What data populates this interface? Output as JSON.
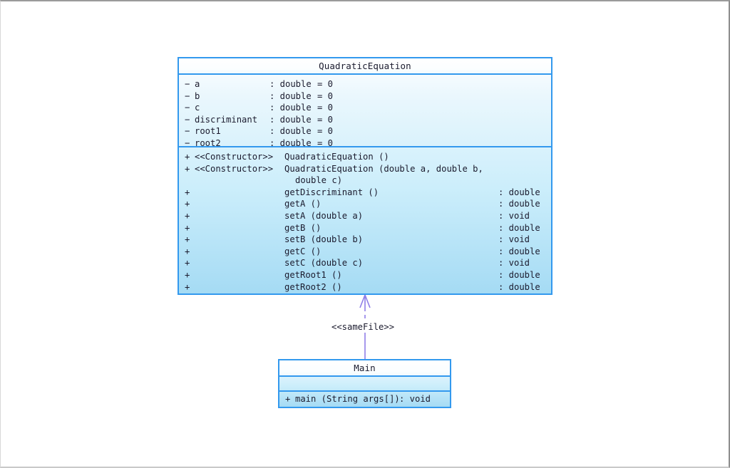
{
  "diagram": {
    "kind": "uml-class-diagram",
    "accent_border": "#3399ee",
    "fill_top": "#fdfeff",
    "fill_bottom": "#a5dbf4",
    "connector_color": "#8f7fe8",
    "text_color": "#1b1b2e"
  },
  "classes": [
    {
      "id": "quadratic-equation",
      "name": "QuadraticEquation",
      "attributes": [
        {
          "visibility": "−",
          "name": "a",
          "type": ": double",
          "value": "= 0"
        },
        {
          "visibility": "−",
          "name": "b",
          "type": ": double",
          "value": "= 0"
        },
        {
          "visibility": "−",
          "name": "c",
          "type": ": double",
          "value": "= 0"
        },
        {
          "visibility": "−",
          "name": "discriminant",
          "type": ": double",
          "value": "= 0"
        },
        {
          "visibility": "−",
          "name": "root1",
          "type": ": double",
          "value": "= 0"
        },
        {
          "visibility": "−",
          "name": "root2",
          "type": ": double",
          "value": "= 0"
        }
      ],
      "methods": [
        {
          "visibility": "+",
          "stereotype": "<<Constructor>>",
          "signature": "QuadraticEquation ()",
          "returns": ""
        },
        {
          "visibility": "+",
          "stereotype": "<<Constructor>>",
          "signature": "QuadraticEquation (double a, double b,",
          "returns": ""
        },
        {
          "visibility": "",
          "stereotype": "",
          "signature": "double c)",
          "returns": "",
          "continuation": true
        },
        {
          "visibility": "+",
          "stereotype": "",
          "signature": "getDiscriminant ()",
          "returns": ": double"
        },
        {
          "visibility": "+",
          "stereotype": "",
          "signature": "getA ()",
          "returns": ": double"
        },
        {
          "visibility": "+",
          "stereotype": "",
          "signature": "setA (double a)",
          "returns": ": void"
        },
        {
          "visibility": "+",
          "stereotype": "",
          "signature": "getB ()",
          "returns": ": double"
        },
        {
          "visibility": "+",
          "stereotype": "",
          "signature": "setB (double b)",
          "returns": ": void"
        },
        {
          "visibility": "+",
          "stereotype": "",
          "signature": "getC ()",
          "returns": ": double"
        },
        {
          "visibility": "+",
          "stereotype": "",
          "signature": "setC (double c)",
          "returns": ": void"
        },
        {
          "visibility": "+",
          "stereotype": "",
          "signature": "getRoot1 ()",
          "returns": ": double"
        },
        {
          "visibility": "+",
          "stereotype": "",
          "signature": "getRoot2 ()",
          "returns": ": double"
        }
      ]
    },
    {
      "id": "main",
      "name": "Main",
      "attributes": [],
      "methods": [
        {
          "visibility": "+",
          "stereotype": "",
          "signature": "main (String args[])",
          "returns": ": void"
        }
      ]
    }
  ],
  "relationship": {
    "stereotype": "<<sameFile>>",
    "from": "Main",
    "to": "QuadraticEquation",
    "line_style": "dashed",
    "arrow_head": "open"
  }
}
